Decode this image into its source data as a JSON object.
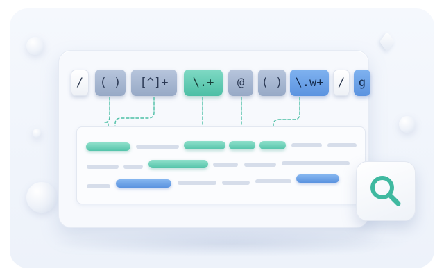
{
  "tokens": [
    {
      "label": "/",
      "style": "white"
    },
    {
      "label": "( )",
      "style": "gray"
    },
    {
      "label": "[^]+",
      "style": "gray"
    },
    {
      "label": "\\.+",
      "style": "green"
    },
    {
      "label": "@",
      "style": "gray"
    },
    {
      "label": "( )",
      "style": "gray"
    },
    {
      "label": "\\.w+",
      "style": "blue"
    },
    {
      "label": "/",
      "style": "white"
    },
    {
      "label": "g",
      "style": "blue"
    }
  ],
  "colors": {
    "match_green": "#55c4aa",
    "match_blue": "#5a92df",
    "token_gray": "#97a9c6",
    "connector": "#4cbfa5"
  },
  "icons": {
    "search": "magnifying-glass-icon"
  }
}
